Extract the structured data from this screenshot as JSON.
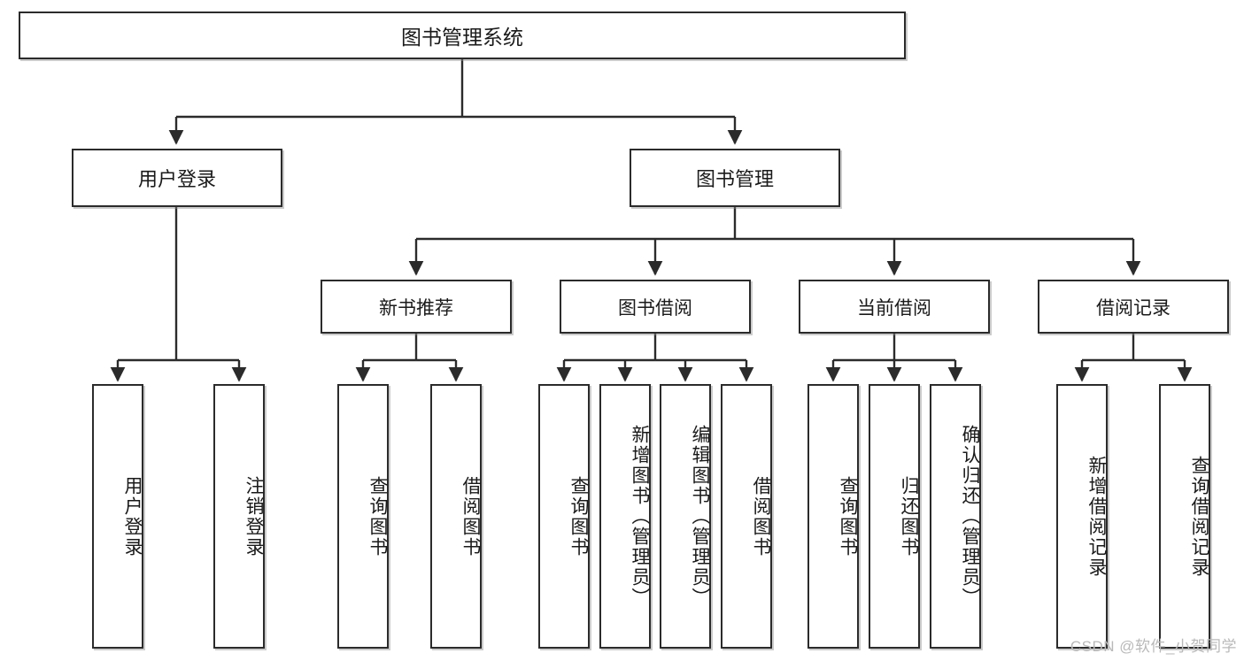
{
  "diagram": {
    "type": "tree-hierarchy-chart",
    "title": "图书管理系统",
    "root": {
      "label": "图书管理系统"
    },
    "level1": [
      {
        "label": "用户登录"
      },
      {
        "label": "图书管理"
      }
    ],
    "level2": [
      {
        "label": "新书推荐"
      },
      {
        "label": "图书借阅"
      },
      {
        "label": "当前借阅"
      },
      {
        "label": "借阅记录"
      }
    ],
    "leaves": {
      "user_login": [
        {
          "label": "用户登录"
        },
        {
          "label": "注销登录"
        }
      ],
      "new_book_recommend": [
        {
          "label": "查询图书"
        },
        {
          "label": "借阅图书"
        }
      ],
      "book_borrow": [
        {
          "label": "查询图书"
        },
        {
          "label": "新增图书（管理员）"
        },
        {
          "label": "编辑图书（管理员）"
        },
        {
          "label": "借阅图书"
        }
      ],
      "current_borrow": [
        {
          "label": "查询图书"
        },
        {
          "label": "归还图书"
        },
        {
          "label": "确认归还（管理员）"
        }
      ],
      "borrow_record": [
        {
          "label": "新增借阅记录"
        },
        {
          "label": "查询借阅记录"
        }
      ]
    },
    "watermark": "CSDN @软件_小贺同学",
    "colors": {
      "stroke": "#2b2b2b",
      "background": "#ffffff",
      "text": "#1a1a1a",
      "watermark": "#b9b9b9"
    }
  }
}
